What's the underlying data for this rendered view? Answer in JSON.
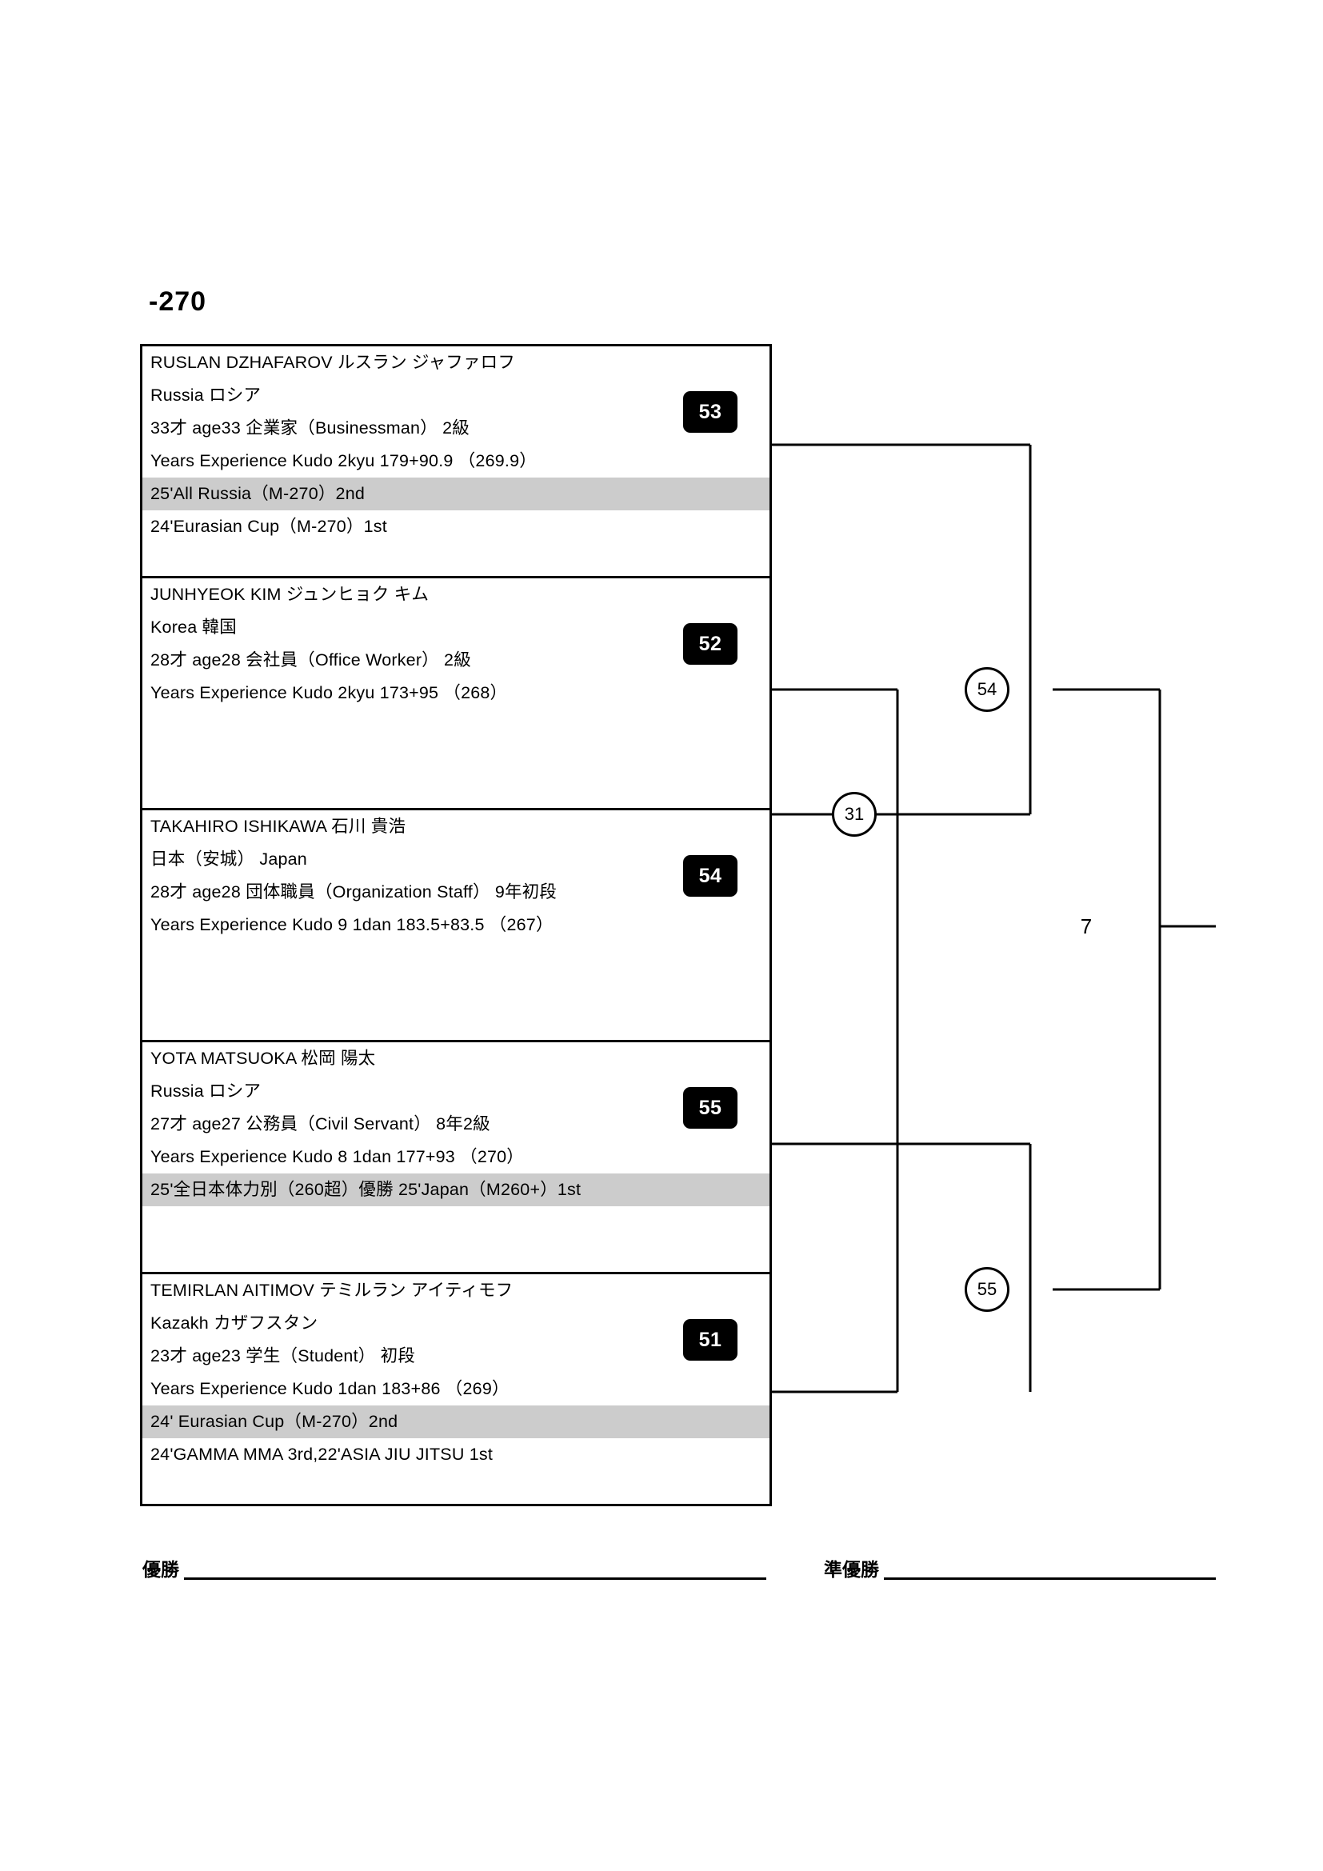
{
  "division": {
    "title": "-270"
  },
  "competitors": [
    {
      "seed": "53",
      "lines": [
        {
          "text": "RUSLAN DZHAFAROV  ルスラン ジャファロフ",
          "highlight": false
        },
        {
          "text": "Russia  ロシア",
          "highlight": false
        },
        {
          "text": "33才  age33  企業家（Businessman） 2級",
          "highlight": false
        },
        {
          "text": "Years Experience Kudo  2kyu  179+90.9 （269.9）",
          "highlight": false
        },
        {
          "text": "25'All Russia（M-270）2nd",
          "highlight": true
        },
        {
          "text": "24'Eurasian Cup（M-270）1st",
          "highlight": false
        },
        {
          "text": "",
          "highlight": false
        }
      ]
    },
    {
      "seed": "52",
      "lines": [
        {
          "text": "JUNHYEOK KIM  ジュンヒョク キム",
          "highlight": false
        },
        {
          "text": "Korea  韓国",
          "highlight": false
        },
        {
          "text": "28才  age28  会社員（Office Worker） 2級",
          "highlight": false
        },
        {
          "text": "Years Experience Kudo  2kyu  173+95 （268）",
          "highlight": false
        },
        {
          "text": "",
          "highlight": false
        },
        {
          "text": "",
          "highlight": false
        },
        {
          "text": "",
          "highlight": false
        }
      ]
    },
    {
      "seed": "54",
      "lines": [
        {
          "text": "TAKAHIRO  ISHIKAWA  石川 貴浩",
          "highlight": false
        },
        {
          "text": "日本（安城） Japan",
          "highlight": false
        },
        {
          "text": "28才  age28  団体職員（Organization Staff） 9年初段",
          "highlight": false
        },
        {
          "text": "Years Experience Kudo 9  1dan  183.5+83.5 （267）",
          "highlight": false
        },
        {
          "text": "",
          "highlight": false
        },
        {
          "text": "",
          "highlight": false
        },
        {
          "text": "",
          "highlight": false
        }
      ]
    },
    {
      "seed": "55",
      "lines": [
        {
          "text": "YOTA  MATSUOKA  松岡 陽太",
          "highlight": false
        },
        {
          "text": "Russia  ロシア",
          "highlight": false
        },
        {
          "text": "27才  age27  公務員（Civil Servant） 8年2級",
          "highlight": false
        },
        {
          "text": "Years Experience Kudo 8  1dan  177+93 （270）",
          "highlight": false
        },
        {
          "text": "25'全日本体力別（260超）優勝 25'Japan（M260+）1st",
          "highlight": true
        },
        {
          "text": "",
          "highlight": false
        },
        {
          "text": "",
          "highlight": false
        }
      ]
    },
    {
      "seed": "51",
      "lines": [
        {
          "text": "TEMIRLAN AITIMOV  テミルラン アイティモフ",
          "highlight": false
        },
        {
          "text": "Kazakh  カザフスタン",
          "highlight": false
        },
        {
          "text": "23才  age23  学生（Student） 初段",
          "highlight": false
        },
        {
          "text": "Years Experience Kudo  1dan  183+86 （269）",
          "highlight": false
        },
        {
          "text": "24' Eurasian Cup（M-270）2nd",
          "highlight": true
        },
        {
          "text": "24'GAMMA MMA 3rd,22'ASIA JIU JITSU 1st",
          "highlight": false
        },
        {
          "text": "",
          "highlight": false
        }
      ]
    }
  ],
  "bracket_nodes": [
    {
      "id": "node-31",
      "label": "31",
      "shape": "circle"
    },
    {
      "id": "node-54",
      "label": "54",
      "shape": "circle"
    },
    {
      "id": "node-55",
      "label": "55",
      "shape": "circle"
    },
    {
      "id": "node-7",
      "label": "7",
      "shape": "plain"
    }
  ],
  "results": [
    {
      "label": "優勝"
    },
    {
      "label": "準優勝"
    }
  ],
  "colors": {
    "ink": "#000000",
    "highlight": "#cccccc",
    "paper": "#ffffff"
  }
}
